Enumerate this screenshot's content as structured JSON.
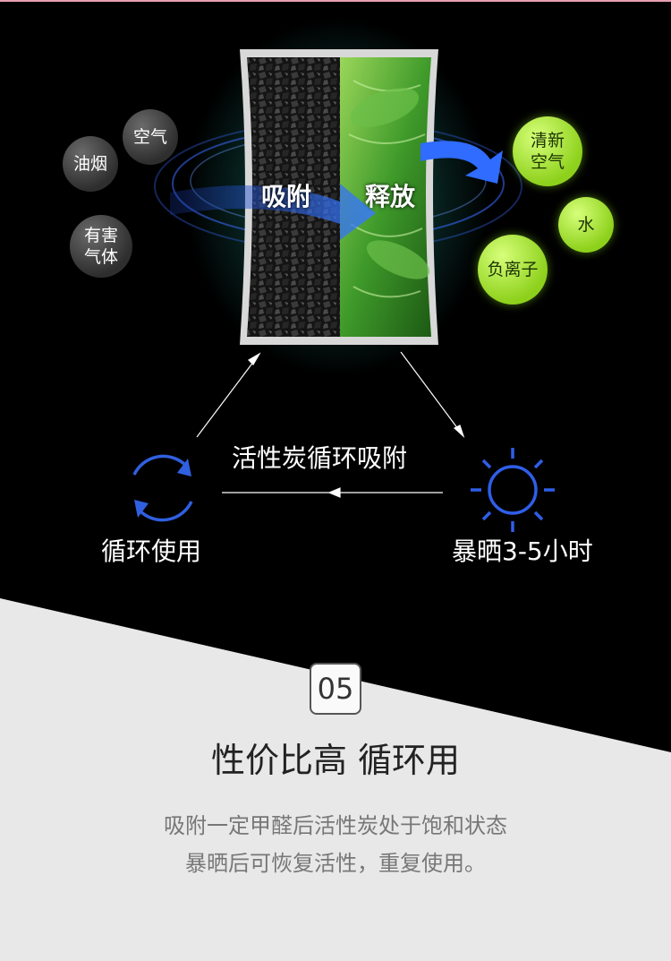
{
  "pollutants": {
    "fume": "油烟",
    "air": "空气",
    "harmful": "有害\n气体"
  },
  "products": {
    "fresh_air": "清新\n空气",
    "water": "水",
    "anion": "负离子"
  },
  "pack": {
    "adsorb": "吸附",
    "release": "释放"
  },
  "cycle": {
    "center_label": "活性炭循环吸附",
    "reuse_label": "循环使用",
    "sun_label": "暴晒3-5小时"
  },
  "feature": {
    "number": "05",
    "title": "性价比高 循环用",
    "desc_line1": "吸附一定甲醛后活性炭处于饱和状态",
    "desc_line2": "暴晒后可恢复活性，重复使用。"
  },
  "colors": {
    "background_dark": "#000000",
    "accent_blue": "#2a6cf0",
    "bubble_green": "#9be02a",
    "light_panel": "#e6e6e6"
  }
}
